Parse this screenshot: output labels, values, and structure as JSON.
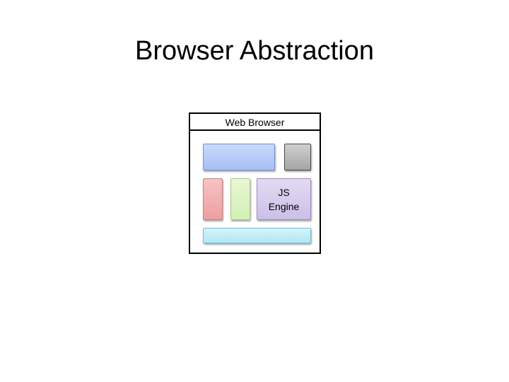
{
  "slide": {
    "title": "Browser Abstraction"
  },
  "diagram": {
    "browser_label": "Web Browser",
    "js_engine": {
      "line1": "JS",
      "line2": "Engine"
    },
    "colors": {
      "blue": "#a6bff5",
      "gray": "#a5a5a5",
      "red": "#ee9f9f",
      "green": "#d3efb4",
      "purple": "#cbbfe6",
      "cyan": "#b2e6f4"
    }
  }
}
